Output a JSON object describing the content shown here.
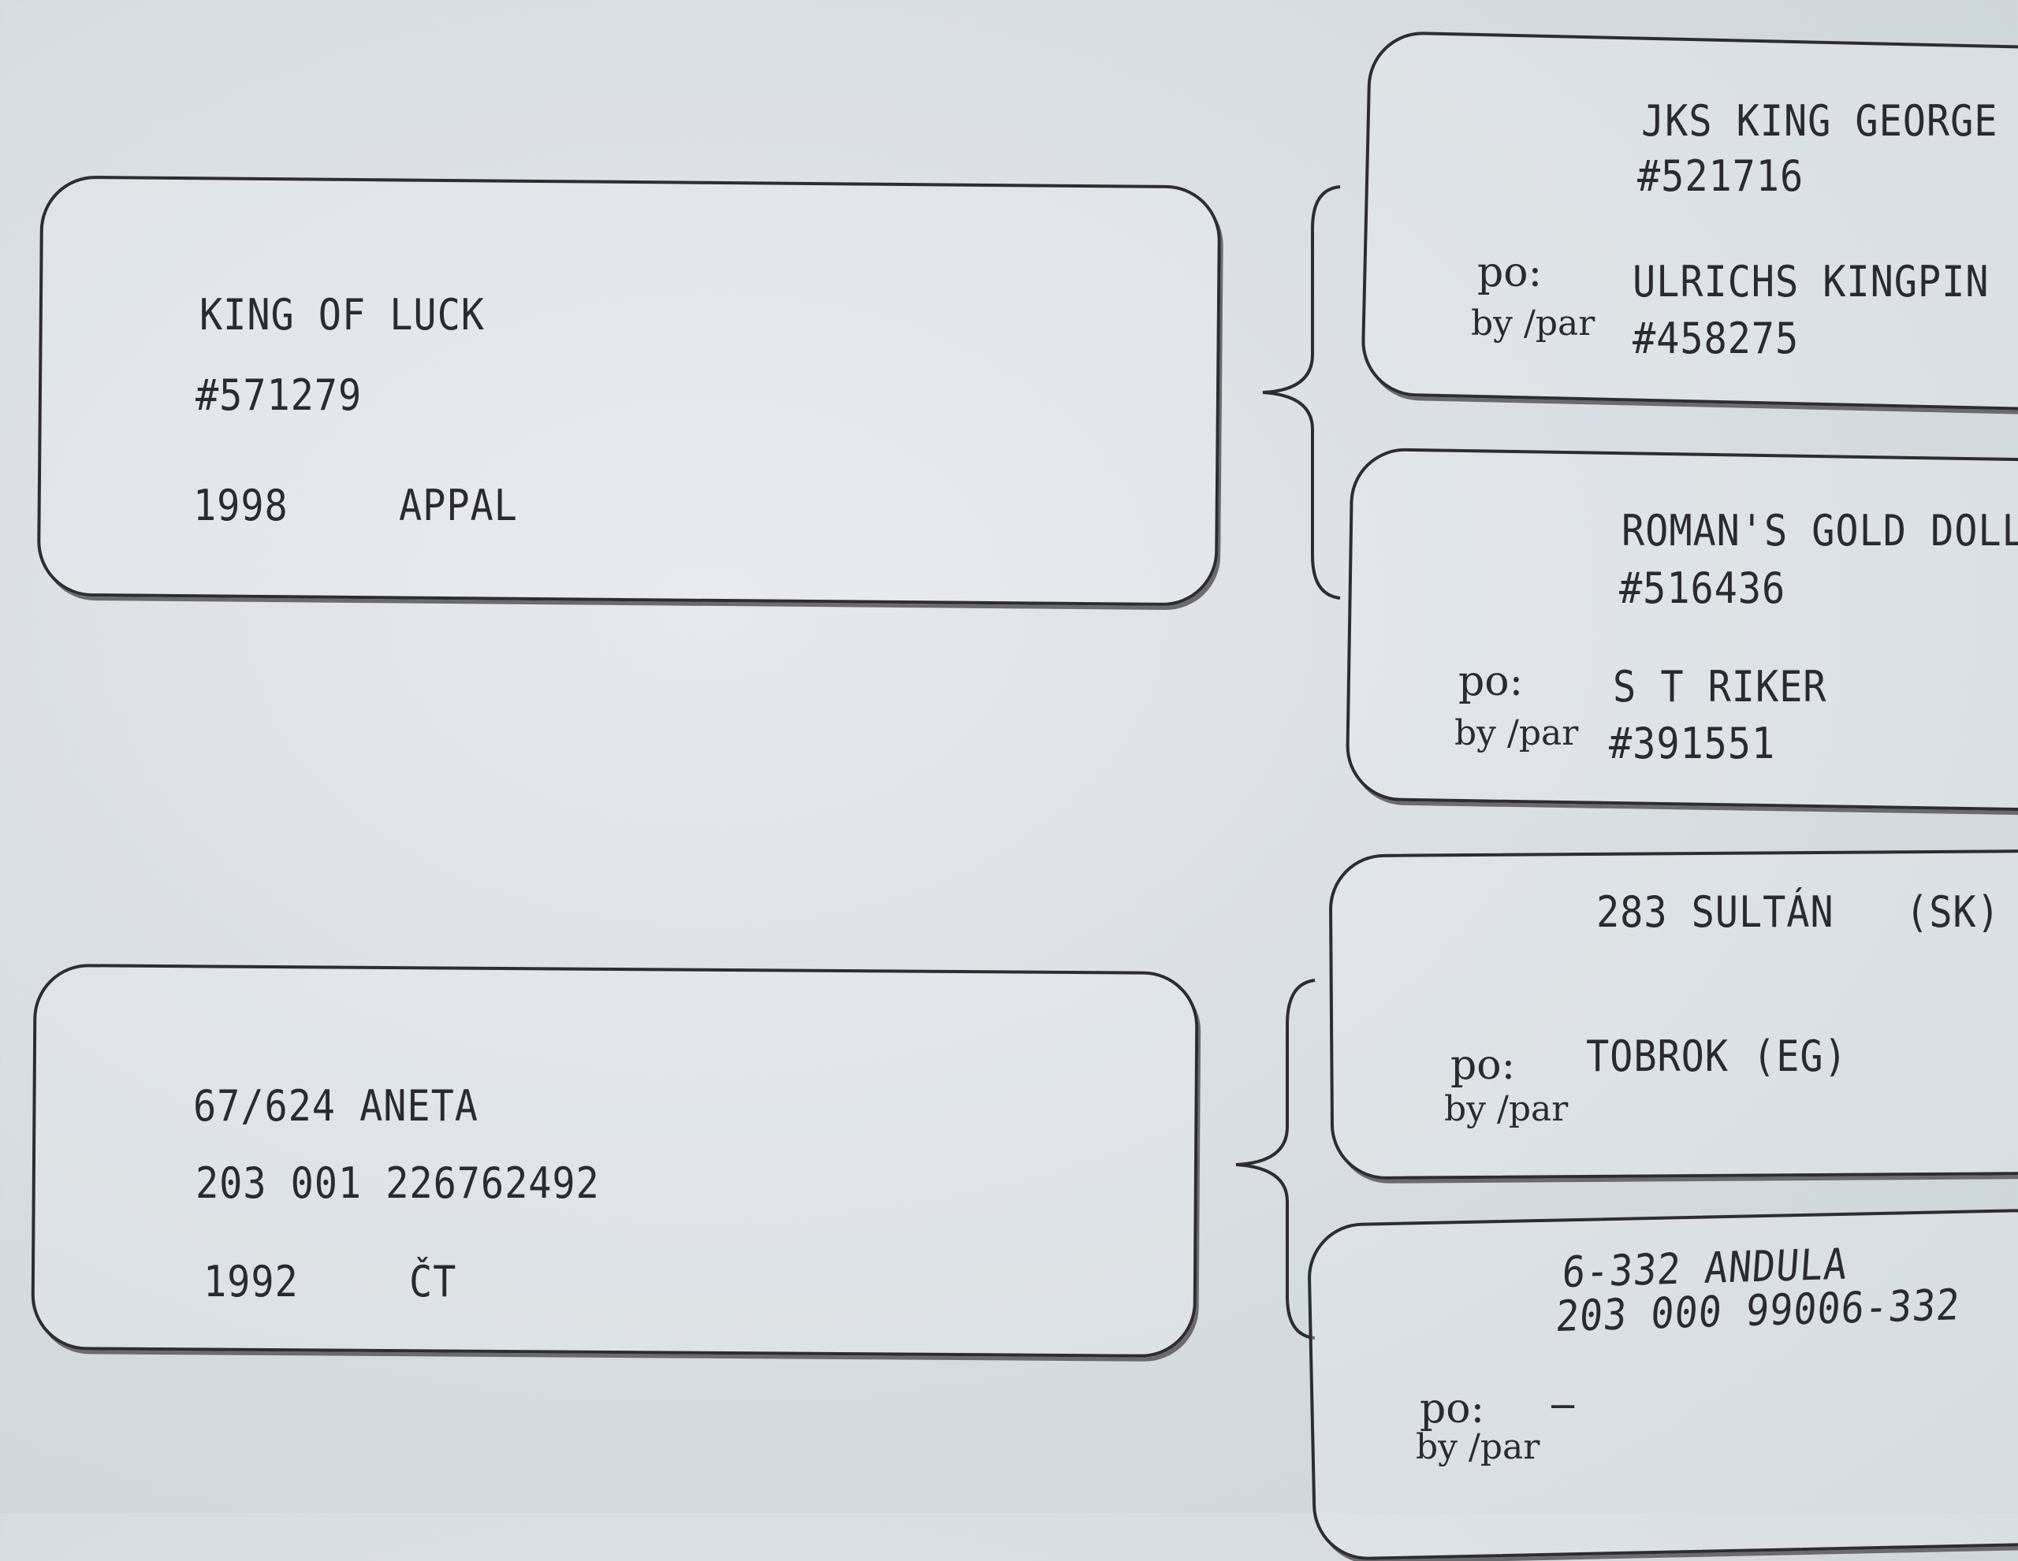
{
  "labels": {
    "po": "po:",
    "by_par": "by /par"
  },
  "dam_sire_main": {
    "name": "KING OF LUCK",
    "reg": "#571279",
    "year": "1998",
    "breed": "APPAL"
  },
  "dam_main": {
    "name": "67/624 ANETA",
    "reg": "203 001 226762492",
    "year": "1992",
    "breed": "ČT"
  },
  "ancestors": [
    {
      "name": "JKS KING GEORGE",
      "reg": "#521716",
      "by_name": "ULRICHS KINGPIN",
      "by_reg": "#458275"
    },
    {
      "name": "ROMAN'S GOLD DOLL",
      "reg": "#516436",
      "by_name": "S T RIKER",
      "by_reg": "#391551"
    },
    {
      "name": "283 SULTÁN   (SK)",
      "by_name": "TOBROK (EG)"
    },
    {
      "name": "6-332 ANDULA",
      "reg": "203 000 99006-332",
      "by_name": "—"
    }
  ]
}
